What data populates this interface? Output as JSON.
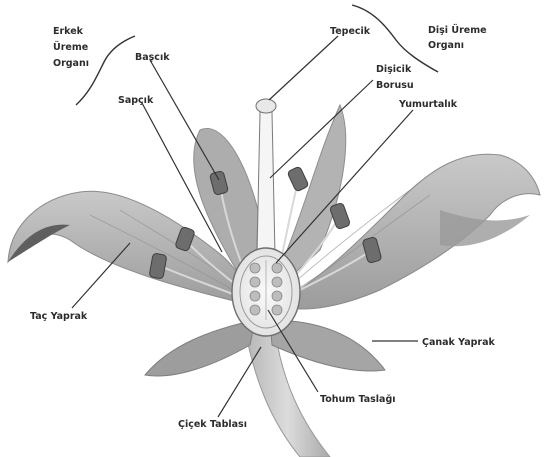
{
  "labels": {
    "male_organ_line1": "Erkek",
    "male_organ_line2": "Üreme",
    "male_organ_line3": "Organı",
    "female_organ_line1": "Dişi Üreme",
    "female_organ_line2": "Organı",
    "anther": "Başcık",
    "filament": "Sapçık",
    "stigma": "Tepecik",
    "style_line1": "Dişicik",
    "style_line2": "Borusu",
    "ovary": "Yumurtalık",
    "petal": "Taç Yaprak",
    "sepal": "Çanak Yaprak",
    "ovule": "Tohum Taslağı",
    "receptacle": "Çiçek Tablası"
  },
  "colors": {
    "petal_fill": "#b9b9b9",
    "petal_dark": "#8d8d8d",
    "sepal_fill": "#a5a5a5",
    "pistil_fill": "#f3f3f3",
    "anther_fill": "#6d6d6d",
    "label_text": "#2c2c2c"
  }
}
